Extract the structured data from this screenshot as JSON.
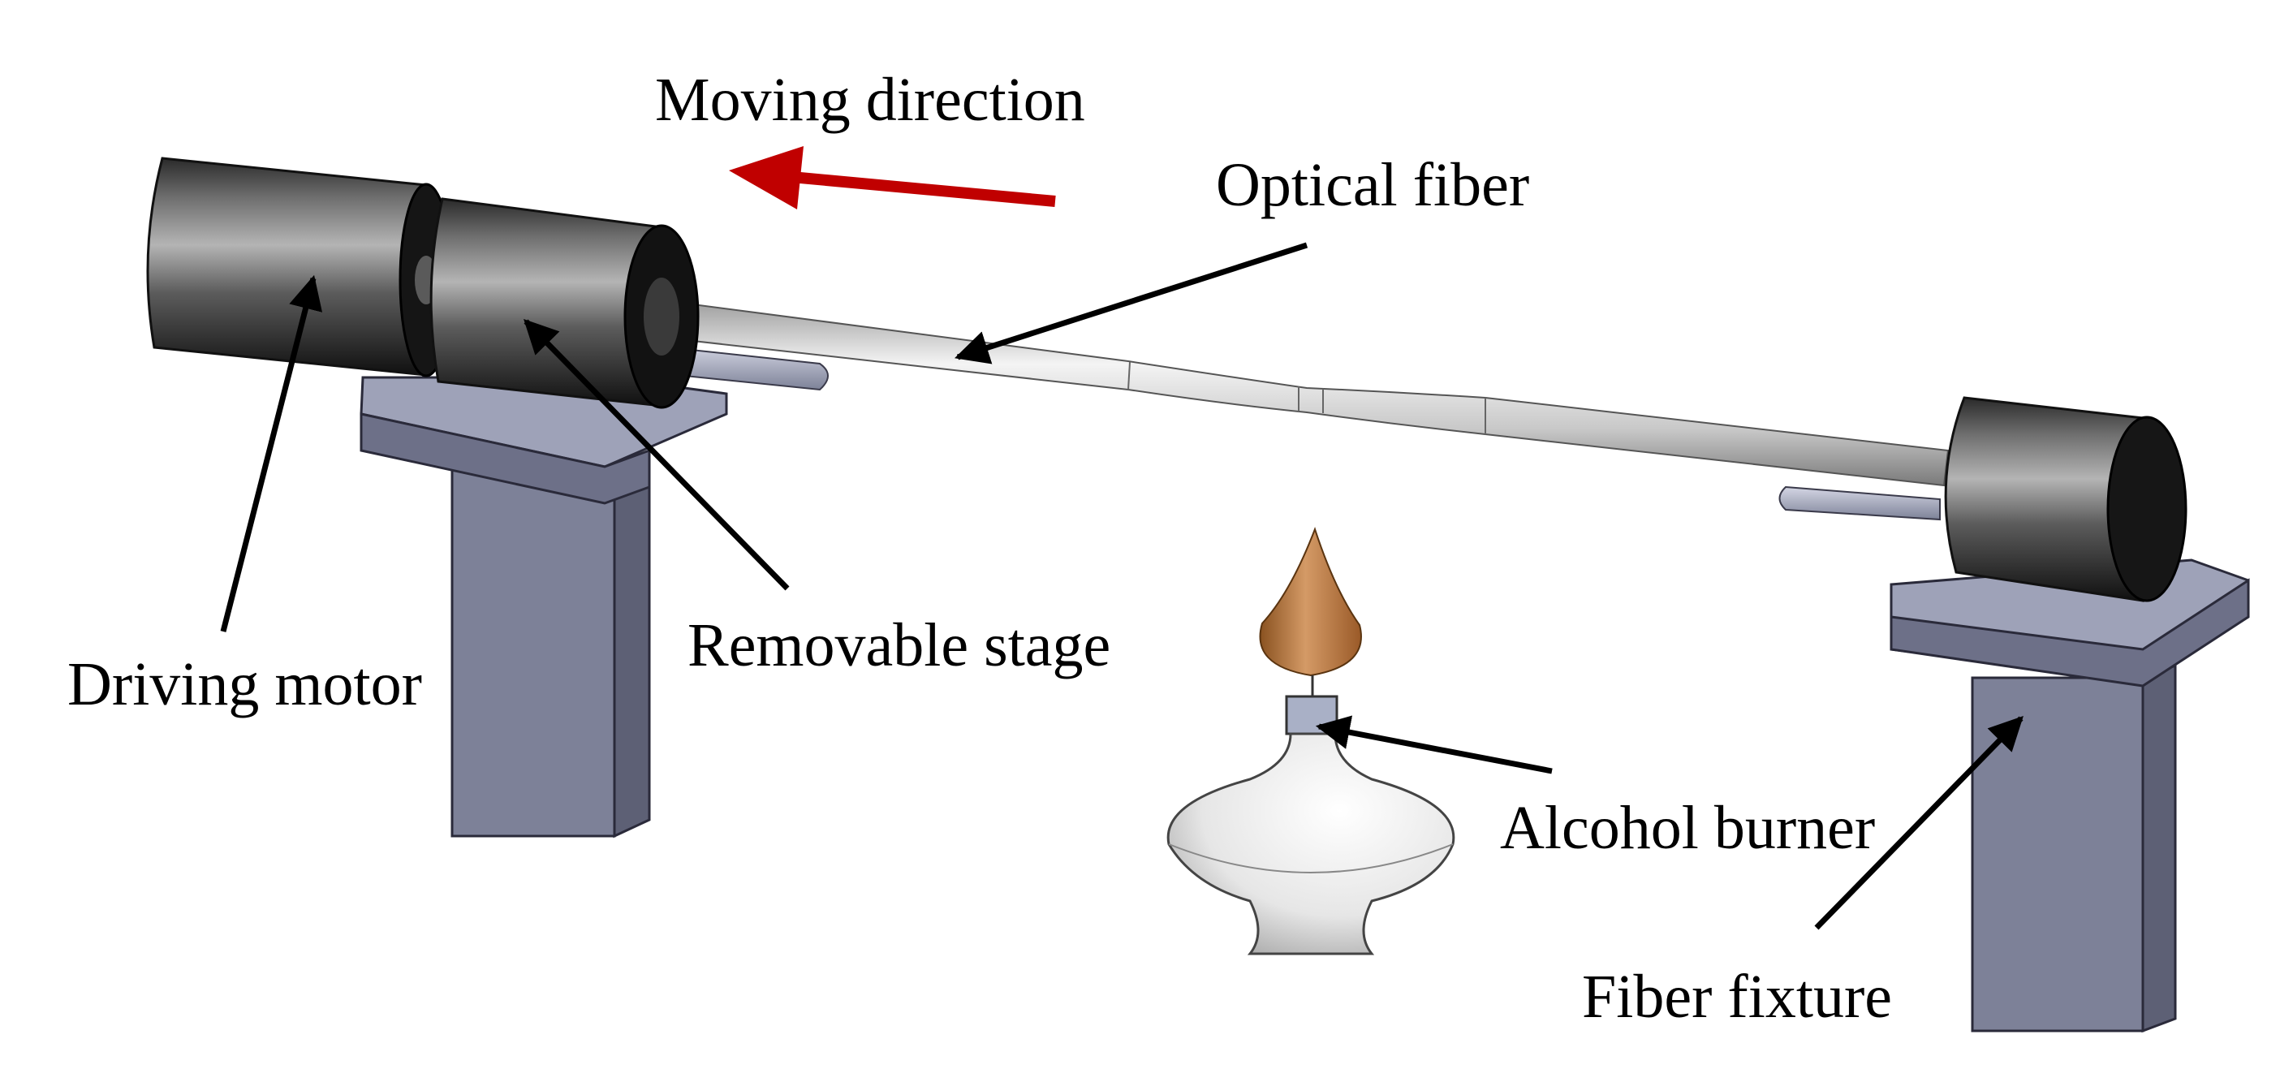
{
  "labels": {
    "moving_direction": "Moving direction",
    "optical_fiber": "Optical fiber",
    "removable_stage": "Removable stage",
    "driving_motor": "Driving motor",
    "alcohol_burner": "Alcohol burner",
    "fiber_fixture": "Fiber fixture"
  },
  "colors": {
    "background": "#ffffff",
    "direction_arrow": "#c00000",
    "pointer_arrows": "#000000",
    "stand": "#8a8fa6",
    "motor_body": "#1c1c1c",
    "flame": "#b8733a",
    "burner_body": "#e8e8e8"
  },
  "icons": {
    "direction": "left-arrow",
    "pointers": "leader-arrow"
  }
}
